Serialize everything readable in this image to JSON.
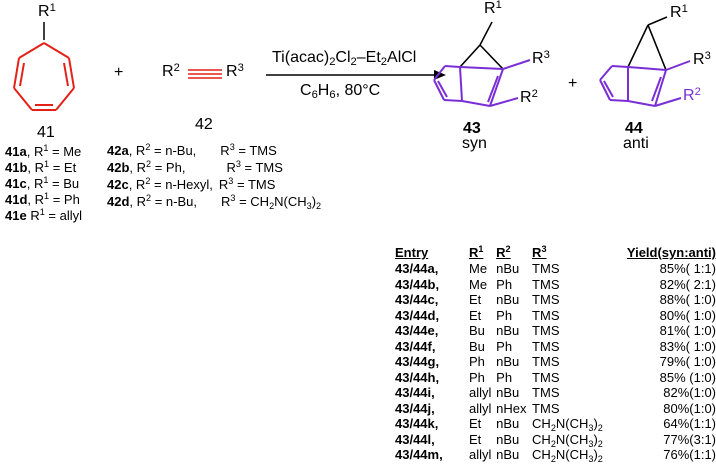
{
  "compound_41": {
    "number": "41",
    "substituent_symbol": "R",
    "substituent_index": "1",
    "variants": [
      {
        "id": "41a",
        "sep": ", ",
        "r": "R",
        "idx": "1",
        "value": " = Me"
      },
      {
        "id": "41b",
        "sep": ", ",
        "r": "R",
        "idx": "1",
        "value": " = Et"
      },
      {
        "id": "41c",
        "sep": ", ",
        "r": "R",
        "idx": "1",
        "value": " = Bu"
      },
      {
        "id": "41d",
        "sep": ", ",
        "r": "R",
        "idx": "1",
        "value": " = Ph"
      },
      {
        "id": "41e",
        "sep": " ",
        "r": "R",
        "idx": "1",
        "value": " = allyl"
      }
    ]
  },
  "plus_sign": "+",
  "compound_42": {
    "number": "42",
    "left_symbol": "R",
    "left_index": "2",
    "right_symbol": "R",
    "right_index": "3",
    "variants": [
      {
        "id": "42a",
        "r2": "n-Bu,",
        "r3": "TMS"
      },
      {
        "id": "42b",
        "r2": "Ph,",
        "r3": "TMS"
      },
      {
        "id": "42c",
        "r2": "n-Hexyl,",
        "r3": "TMS"
      },
      {
        "id": "42d",
        "r2": "n-Bu,",
        "r3": "CH2N(CH3)2"
      }
    ],
    "r2_prefix": ", R",
    "r2_index": "2",
    "r2_eq": " = ",
    "r3_prefix": "R",
    "r3_index": "3",
    "r3_eq": " = "
  },
  "reagent": "Ti(acac)2Cl2–Et2AlCl",
  "conditions": "C6H6, 80°C",
  "product_43": {
    "number": "43",
    "label": "syn",
    "r1": "R",
    "r1_idx": "1",
    "r2": "R",
    "r2_idx": "2",
    "r3": "R",
    "r3_idx": "3"
  },
  "product_44": {
    "number": "44",
    "label": "anti",
    "r1": "R",
    "r1_idx": "1",
    "r2": "R",
    "r2_idx": "2",
    "r3": "R",
    "r3_idx": "3"
  },
  "table": {
    "headers": {
      "entry": "Entry",
      "r": "R",
      "r1": "1",
      "r2": "2",
      "r3": "3",
      "yield": "Yield(syn:anti)"
    },
    "rows": [
      {
        "entry": "43/44a,",
        "r1": "Me",
        "r2": "nBu",
        "r3": "TMS",
        "yield": "85%( 1:1)"
      },
      {
        "entry": "43/44b,",
        "r1": "Me",
        "r2": "Ph",
        "r3": "TMS",
        "yield": "82%( 2:1)"
      },
      {
        "entry": "43/44c,",
        "r1": "Et",
        "r2": "nBu",
        "r3": "TMS",
        "yield": "88%( 1:0)"
      },
      {
        "entry": "43/44d,",
        "r1": "Et",
        "r2": "Ph",
        "r3": "TMS",
        "yield": "80%( 1:0)"
      },
      {
        "entry": "43/44e,",
        "r1": "Bu",
        "r2": "nBu",
        "r3": "TMS",
        "yield": "81%( 1:0)"
      },
      {
        "entry": "43/44f,",
        "r1": "Bu",
        "r2": "Ph",
        "r3": "TMS",
        "yield": "83%( 1:0)"
      },
      {
        "entry": "43/44g,",
        "r1": "Ph",
        "r2": "nBu",
        "r3": "TMS",
        "yield": "79%( 1:0)"
      },
      {
        "entry": "43/44h,",
        "r1": "Ph",
        "r2": "Ph",
        "r3": "TMS",
        "yield": "85% (1:0)"
      },
      {
        "entry": "43/44i,",
        "r1": "allyl",
        "r2": "nBu",
        "r3": "TMS",
        "yield": "82%(1:0)"
      },
      {
        "entry": "43/44j,",
        "r1": "allyl",
        "r2": "nHex",
        "r3": "TMS",
        "yield": "80%(1:0)"
      },
      {
        "entry": "43/44k,",
        "r1": "Et",
        "r2": "nBu",
        "r3": "CH2N(CH3)2",
        "yield": "64%(1:1)"
      },
      {
        "entry": "43/44l,",
        "r1": "Et",
        "r2": "nBu",
        "r3": "CH2N(CH3)2",
        "yield": "77%(3:1)"
      },
      {
        "entry": "43/44m,",
        "r1": "allyl",
        "r2": "nBu",
        "r3": "CH2N(CH3)2",
        "yield": "76%(1:1)"
      }
    ]
  },
  "colors": {
    "reactant_ring": "#e32119",
    "alkyne_bond": "#e32119",
    "product_bonds": "#7a2fd6",
    "black": "#000000"
  }
}
